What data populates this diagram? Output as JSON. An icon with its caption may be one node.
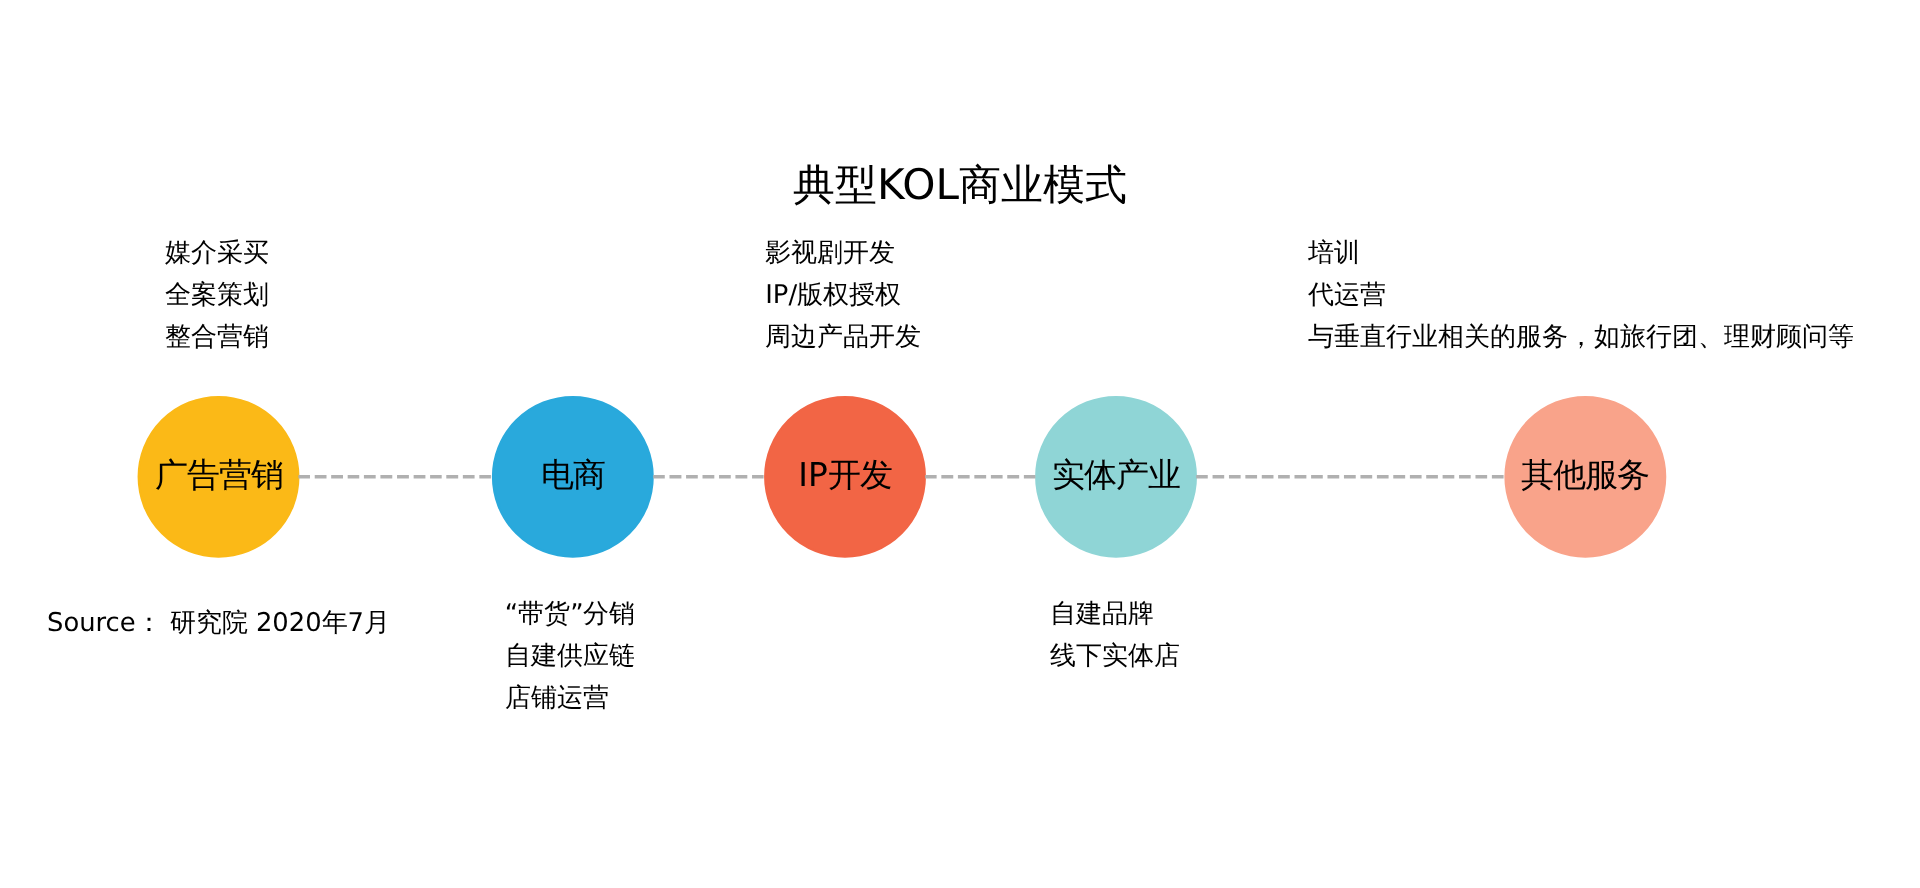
{
  "diagram": {
    "title": "典型KOL商业模式",
    "caption": "Source： 研究院 2020年7月",
    "nodes": [
      {
        "text": [
          "广告营销"
        ],
        "beside": [
          "媒介采买",
          "全案策划",
          "整合营销"
        ]
      },
      {
        "text": [
          "电商"
        ],
        "beside": [
          "“带货”分销",
          "自建供应链",
          "店铺运营"
        ]
      },
      {
        "text": [
          "IP开发"
        ],
        "beside": [
          "影视剧开发",
          "IP/版权授权",
          "周边产品开发"
        ]
      },
      {
        "text": [
          "实体产业"
        ],
        "beside": [
          "自建品牌",
          "线下实体店"
        ]
      },
      {
        "text": [
          "其他服务"
        ],
        "beside": [
          "培训",
          "代运营",
          "与垂直行业相关的服务，如旅行团、理财顾问等"
        ]
      }
    ],
    "edges": [
      {
        "from": 0,
        "to": 1,
        "arrow": "none",
        "style": "dashed"
      },
      {
        "from": 1,
        "to": 2,
        "arrow": "none",
        "style": "dashed"
      },
      {
        "from": 2,
        "to": 3,
        "arrow": "none",
        "style": "dashed"
      },
      {
        "from": 3,
        "to": 4,
        "arrow": "none",
        "style": "dashed"
      }
    ]
  }
}
